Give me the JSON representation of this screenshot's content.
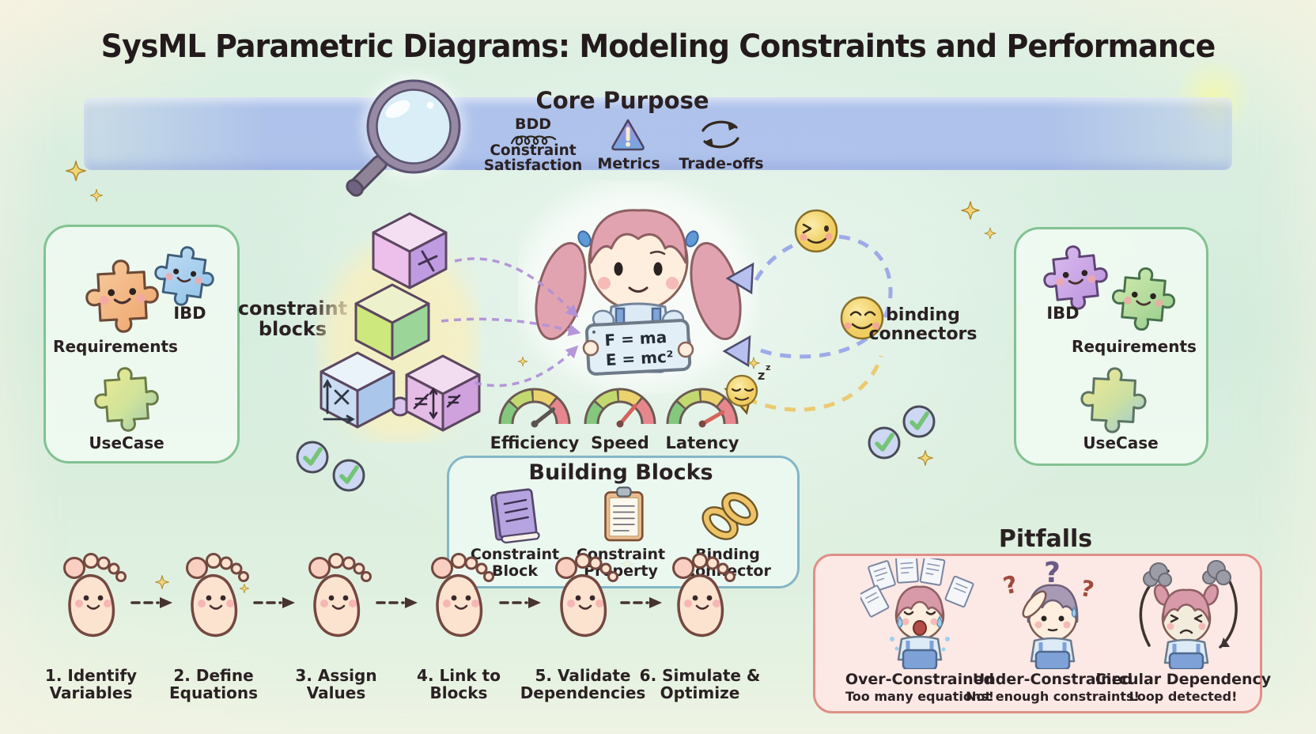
{
  "title": "SysML Parametric Diagrams: Modeling Constraints and Performance",
  "core_purpose": {
    "heading": "Core Purpose",
    "items": [
      {
        "label": "BDD",
        "line1": "Constraint",
        "line2": "Satisfaction"
      },
      {
        "label": "Metrics"
      },
      {
        "label": "Trade-offs"
      }
    ]
  },
  "left_panel": {
    "ibd": "IBD",
    "requirements": "Requirements",
    "usecase": "UseCase"
  },
  "right_panel": {
    "ibd": "IBD",
    "requirements": "Requirements",
    "usecase": "UseCase"
  },
  "center": {
    "constraint_blocks_line1": "constraint",
    "constraint_blocks_line2": "blocks",
    "binding_line1": "binding",
    "binding_line2": "connectors",
    "equation1": "F = ma",
    "equation2": "E = mc²"
  },
  "gauges": {
    "labels": [
      "Efficiency",
      "Speed",
      "Latency"
    ]
  },
  "building_blocks": {
    "heading": "Building Blocks",
    "items": [
      {
        "l1": "Constraint",
        "l2": "Block"
      },
      {
        "l1": "Constraint",
        "l2": "Property"
      },
      {
        "l1": "Binding",
        "l2": "Connector"
      }
    ]
  },
  "process": {
    "steps": [
      {
        "l1": "1. Identify",
        "l2": "Variables"
      },
      {
        "l1": "2. Define",
        "l2": "Equations"
      },
      {
        "l1": "3. Assign",
        "l2": "Values"
      },
      {
        "l1": "4. Link to",
        "l2": "Blocks"
      },
      {
        "l1": "5. Validate",
        "l2": "Dependencies"
      },
      {
        "l1": "6. Simulate &",
        "l2": "Optimize"
      }
    ]
  },
  "pitfalls": {
    "heading": "Pitfalls",
    "qmarks": [
      "?",
      "?",
      "?"
    ],
    "items": [
      {
        "title": "Over-Constrained",
        "sub": "Too many equations!"
      },
      {
        "title": "Under-Constrained",
        "sub": "Not enough constraints!"
      },
      {
        "title": "Circular Dependency",
        "sub": "Loop detected!"
      }
    ]
  },
  "misc": {
    "sleep_z": "z"
  },
  "colors": {
    "panel_green_border": "#82c292",
    "pitfall_red_border": "#df9087",
    "band_blue": "#a8bcec",
    "gauge_green": "#84c87e",
    "gauge_yellow": "#ebd26d",
    "gauge_red": "#e8868e",
    "connector_blue": "#9aa5e8",
    "connector_yellow": "#ecca70",
    "constraint_purple": "#b292d8"
  }
}
